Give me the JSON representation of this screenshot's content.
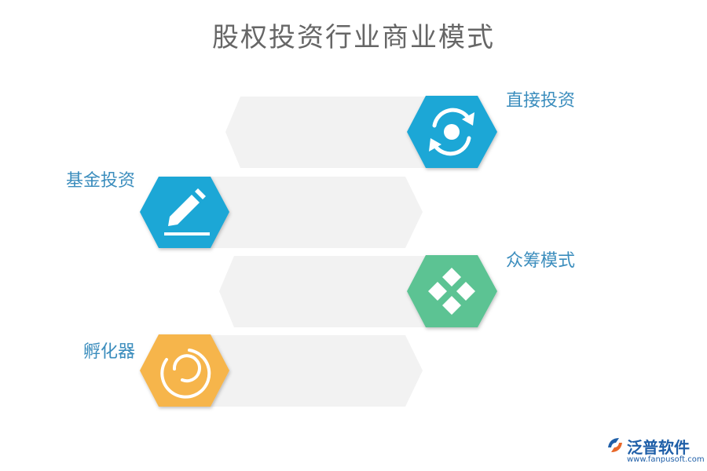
{
  "title": "股权投资行业商业模式",
  "items": [
    {
      "label": "直接投资",
      "color": "#1fa7d6",
      "icon": "refresh-cycle-icon",
      "side": "right"
    },
    {
      "label": "基金投资",
      "color": "#1fa7d6",
      "icon": "edit-pencil-icon",
      "side": "left"
    },
    {
      "label": "众筹模式",
      "color": "#5cc393",
      "icon": "diamond-grid-icon",
      "side": "right"
    },
    {
      "label": "孵化器",
      "color": "#f6b54b",
      "icon": "ring-cycle-icon",
      "side": "left"
    }
  ],
  "band_color": "#f2f2f2",
  "logo": {
    "name": "泛普软件",
    "url": "www.fanpusoft.com",
    "color": "#1f5fa8",
    "accent": "#e8682a"
  }
}
